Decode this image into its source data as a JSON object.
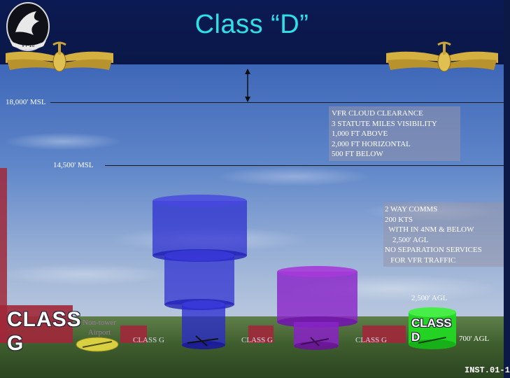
{
  "slide": {
    "title": "Class “D”"
  },
  "altitudes": {
    "msl_18000": "18,000' MSL",
    "msl_14500": "14,500' MSL",
    "agl_2500": "2,500' AGL",
    "agl_700": "700' AGL"
  },
  "vfr_cloud_clearance": {
    "lines": [
      "VFR CLOUD CLEARANCE",
      "3 STATUTE MILES VISIBILITY",
      "1,000 FT ABOVE",
      "2,000 FT HORIZONTAL",
      "500 FT BELOW"
    ]
  },
  "comms_requirements": {
    "lines": [
      "2 WAY COMMS",
      "200 KTS",
      "  WITH IN 4NM & BELOW",
      "    2,500' AGL",
      "NO SEPARATION SERVICES",
      "   FOR VFR TRAFFIC"
    ]
  },
  "airspace_labels": {
    "class_g_large": "CLASS G",
    "class_g_1": "CLASS G",
    "class_g_2": "CLASS G",
    "class_g_3": "CLASS G",
    "class_d_large": "CLASS D",
    "non_tower_airport": "Non-tower Airport"
  },
  "footer": {
    "course_code": "INST.01-1"
  },
  "colors": {
    "title": "#2ee0e8",
    "class_g_fill": "#a0283a",
    "class_b_fill": "#2a2ad0",
    "class_c_fill": "#8a22c8",
    "class_d_fill": "#22d822",
    "airport_fill": "#d8d040"
  }
}
